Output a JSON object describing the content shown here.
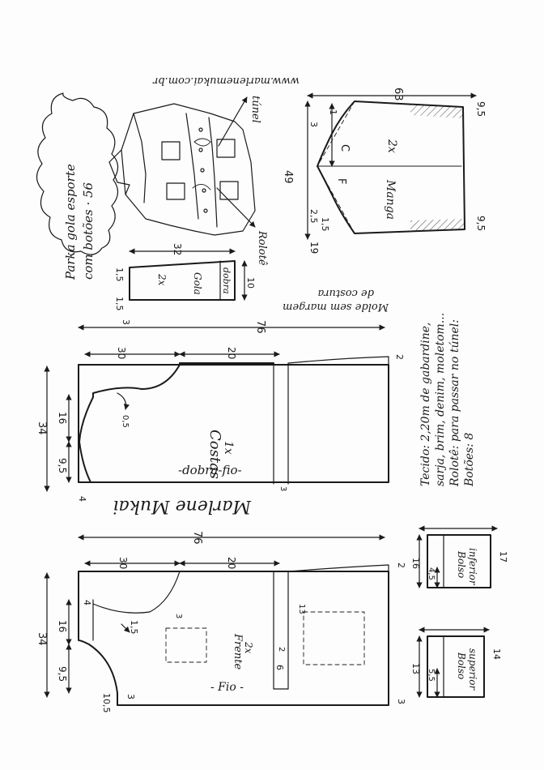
{
  "header": {
    "title_line1": "Parka gola esporte",
    "title_line2": "com botões · 56",
    "website": "www.marlenemukai.com.br",
    "signature": "Marlene Mukai"
  },
  "sketch": {
    "tunel_label": "túnel",
    "rolote_label": "Rolotê"
  },
  "manga": {
    "name": "Manga",
    "count": "2x",
    "letter_c": "C",
    "letter_f": "F",
    "dim_width": "63",
    "dim_height": "49",
    "dim_top_right": "9,5",
    "dim_bottom_right": "9,5",
    "dim_3": "3",
    "dim_1": "1",
    "dim_2_5": "2,5",
    "dim_1_5": "1,5",
    "dim_19": "19"
  },
  "gola": {
    "name": "Gola",
    "count": "2x",
    "fold": "dobra",
    "dim_width": "32",
    "dim_left_top": "1,5",
    "dim_left_bottom": "1,5",
    "dim_height": "10",
    "dim_3": "3"
  },
  "note": {
    "line1": "Molde sem margem",
    "line2": "de costura"
  },
  "costas": {
    "name": "Costas",
    "count": "1x",
    "fold": "-dobra-fio-",
    "dim_width": "76",
    "dim_30": "30",
    "dim_20": "20",
    "dim_34": "34",
    "dim_16": "16",
    "dim_9_5": "9,5",
    "dim_4": "4",
    "dim_0_5": "0,5",
    "dim_2": "2",
    "dim_3": "3"
  },
  "frente": {
    "name": "Frente",
    "count": "2x",
    "grain": "- Fio -",
    "dim_width": "76",
    "dim_30": "30",
    "dim_20": "20",
    "dim_34": "34",
    "dim_16": "16",
    "dim_9_5": "9,5",
    "dim_10_5": "10,5",
    "dim_3": "3",
    "dim_4": "4",
    "dim_1_5": "1,5",
    "dim_6": "6",
    "dim_2": "2",
    "dim_13": "13",
    "dim_2r": "2",
    "dim_3r": "3"
  },
  "materials": {
    "line1": "Tecido: 2,20m de gabardine,",
    "line2": "sarja, brim, denim, moletom...",
    "line3": "Rolotê: para passar no túnel:",
    "line4": "Botões: 8"
  },
  "bolso_inferior": {
    "name1": "Bolso",
    "name2": "inferior",
    "dim_17": "17",
    "dim_16": "16",
    "dim_4_5": "4,5"
  },
  "bolso_superior": {
    "name1": "Bolso",
    "name2": "superior",
    "dim_14": "14",
    "dim_13": "13",
    "dim_5_5": "5,5"
  }
}
